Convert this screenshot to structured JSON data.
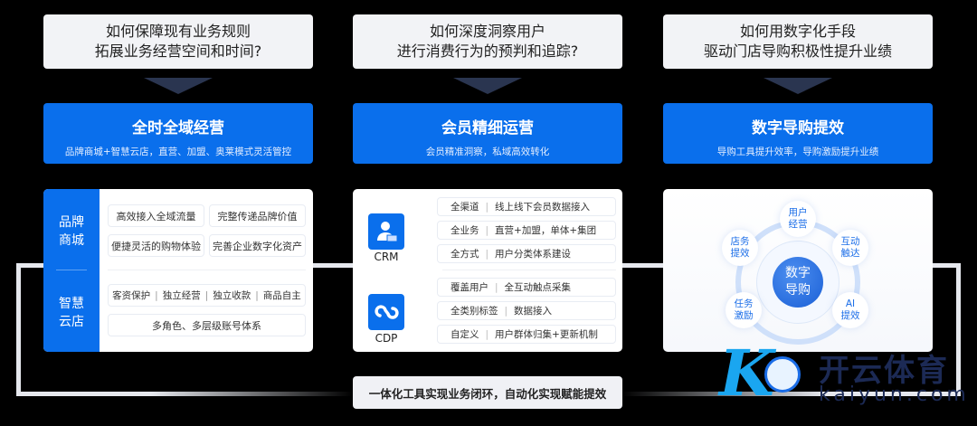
{
  "questions": [
    {
      "line1": "如何保障现有业务规则",
      "line2": "拓展业务经营空间和时间?"
    },
    {
      "line1": "如何深度洞察用户",
      "line2": "进行消费行为的预判和追踪?"
    },
    {
      "line1": "如何用数字化手段",
      "line2": "驱动门店导购积极性提升业绩"
    }
  ],
  "cards": [
    {
      "title": "全时全域经营",
      "subtitle": "品牌商城+智慧云店，直营、加盟、奥莱模式灵活管控"
    },
    {
      "title": "会员精细运营",
      "subtitle": "会员精准洞察，私域高效转化"
    },
    {
      "title": "数字导购提效",
      "subtitle": "导购工具提升效率，导购激励提升业绩"
    }
  ],
  "panel1": {
    "brand_mall": {
      "label1": "品牌",
      "label2": "商城",
      "items": [
        "高效接入全域流量",
        "完整传递品牌价值",
        "便捷灵活的购物体验",
        "完善企业数字化资产"
      ]
    },
    "smart_store": {
      "label1": "智慧",
      "label2": "云店",
      "row1": [
        "客资保护",
        "独立经营",
        "独立收款",
        "商品自主"
      ],
      "row2": "多角色、多层级账号体系",
      "sep": "|"
    }
  },
  "panel2": {
    "crm": {
      "label": "CRM",
      "rows": [
        {
          "k": "全渠道",
          "v": "线上线下会员数据接入"
        },
        {
          "k": "全业务",
          "v": "直营+加盟，单体+集团"
        },
        {
          "k": "全方式",
          "v": "用户分类体系建设"
        }
      ]
    },
    "cdp": {
      "label": "CDP",
      "rows": [
        {
          "k": "覆盖用户",
          "v": "全互动触点采集"
        },
        {
          "k": "全类别标签",
          "v": "数据接入"
        },
        {
          "k": "自定义",
          "v": "用户群体归集+更新机制"
        }
      ]
    },
    "sep": "|"
  },
  "panel3": {
    "center": {
      "l1": "数字",
      "l2": "导购"
    },
    "nodes": [
      {
        "l1": "用户",
        "l2": "经营"
      },
      {
        "l1": "互动",
        "l2": "触达"
      },
      {
        "l1": "AI",
        "l2": "提效"
      },
      {
        "l1": "任务",
        "l2": "激励"
      },
      {
        "l1": "店务",
        "l2": "提效"
      }
    ]
  },
  "bottom_label": "一体化工具实现业务闭环，自动化实现赋能提效",
  "watermark": {
    "cn": "开云体育",
    "en": "kaiyun.com"
  },
  "colors": {
    "accent": "#0a6fec",
    "background": "#000000"
  }
}
